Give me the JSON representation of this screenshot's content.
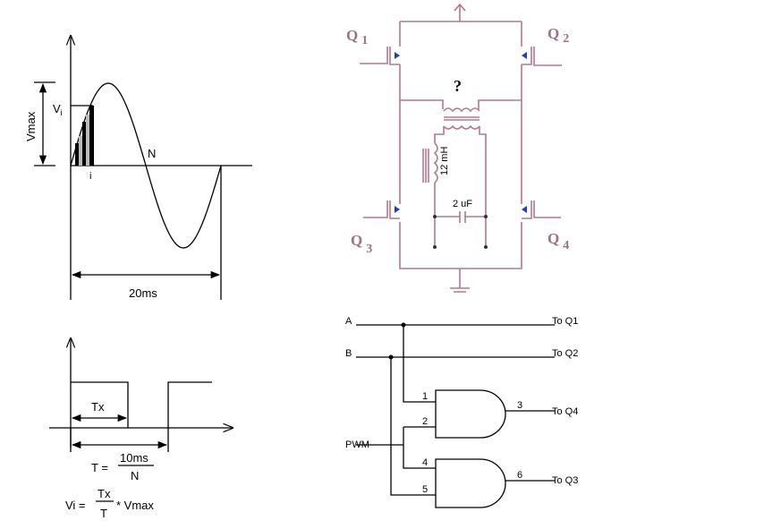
{
  "waveform": {
    "vmax_label": "Vmax",
    "vi_label": "V",
    "vi_sub": "i",
    "i_label": "i",
    "n_label": "N",
    "period_label": "20ms"
  },
  "pwm": {
    "tx_label": "Tx",
    "t_formula": {
      "lhs": "T  =",
      "num": "10ms",
      "den": "N"
    },
    "vi_formula": {
      "lhs": "Vi =",
      "num": "Tx",
      "den": "T",
      "rhs": "* Vmax"
    }
  },
  "bridge": {
    "q1": "Q",
    "q1n": "1",
    "q2": "Q",
    "q2n": "2",
    "q3": "Q",
    "q3n": "3",
    "q4": "Q",
    "q4n": "4",
    "question": "?",
    "inductor": "12 mH",
    "capacitor": "2 uF",
    "color": "#b5778f"
  },
  "logic": {
    "a": "A",
    "b": "B",
    "pwm": "PWM",
    "to_q1": "To Q1",
    "to_q2": "To Q2",
    "to_q4": "To Q4",
    "to_q3": "To Q3",
    "pins": [
      "1",
      "2",
      "3",
      "4",
      "5",
      "6"
    ]
  }
}
